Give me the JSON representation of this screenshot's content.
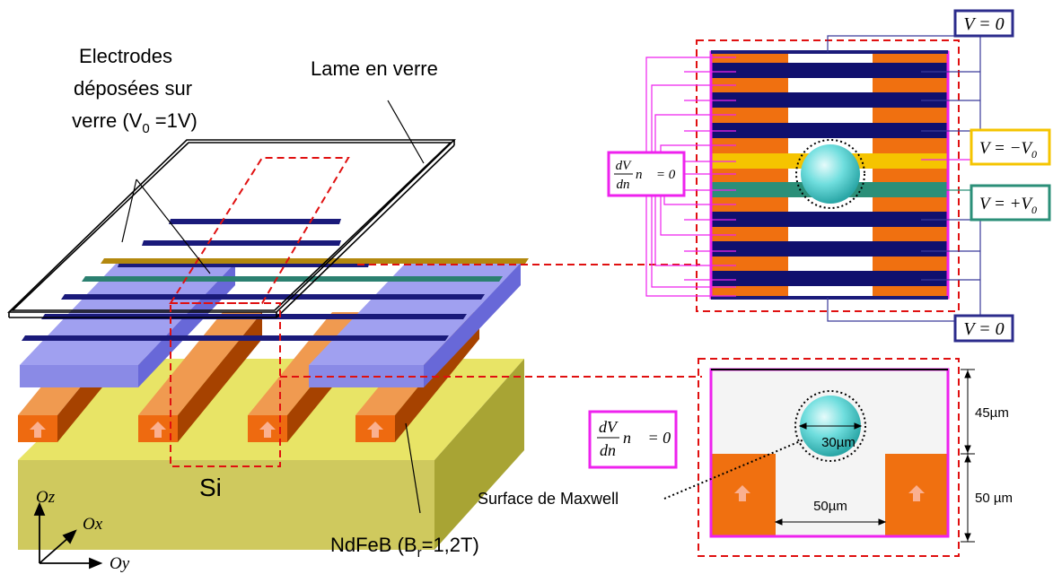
{
  "labels": {
    "electrodes_line1": "Electrodes",
    "electrodes_line2": "déposées sur",
    "electrodes_line3": "verre (V",
    "electrodes_sub": "0",
    "electrodes_tail": " =1V)",
    "lame": "Lame en verre",
    "si": "Si",
    "ndfeb_prefix": "NdFeB (B",
    "ndfeb_sub": "r",
    "ndfeb_tail": "=1,2T)",
    "surface": "Surface de Maxwell",
    "axis_oz": "Oz",
    "axis_ox": "Ox",
    "axis_oy": "Oy"
  },
  "boundary": {
    "v_zero_top": "V = 0",
    "v_zero_bottom": "V = 0",
    "v_minus": "V = −V",
    "v_plus": "V = +V",
    "sub0": "0",
    "neumann_num": "dV",
    "neumann_den": "dn",
    "neumann_rhs": "n⃗ = 0⃗"
  },
  "dimensions": {
    "height_top": "45µm",
    "height_bottom": "50 µm",
    "gap": "50µm",
    "diameter": "30µm"
  },
  "colors": {
    "electrode": "#10106e",
    "yellow_electrode": "#f5c400",
    "green_electrode": "#2b8f78",
    "magnet": "#f07010",
    "silicon": "#d2cc62",
    "glass_plate": "#8c8cea",
    "magenta": "#ee22ee",
    "box_blue": "#2c2c8c",
    "dashed_red": "#e01010",
    "bead": "#40c8c8"
  }
}
